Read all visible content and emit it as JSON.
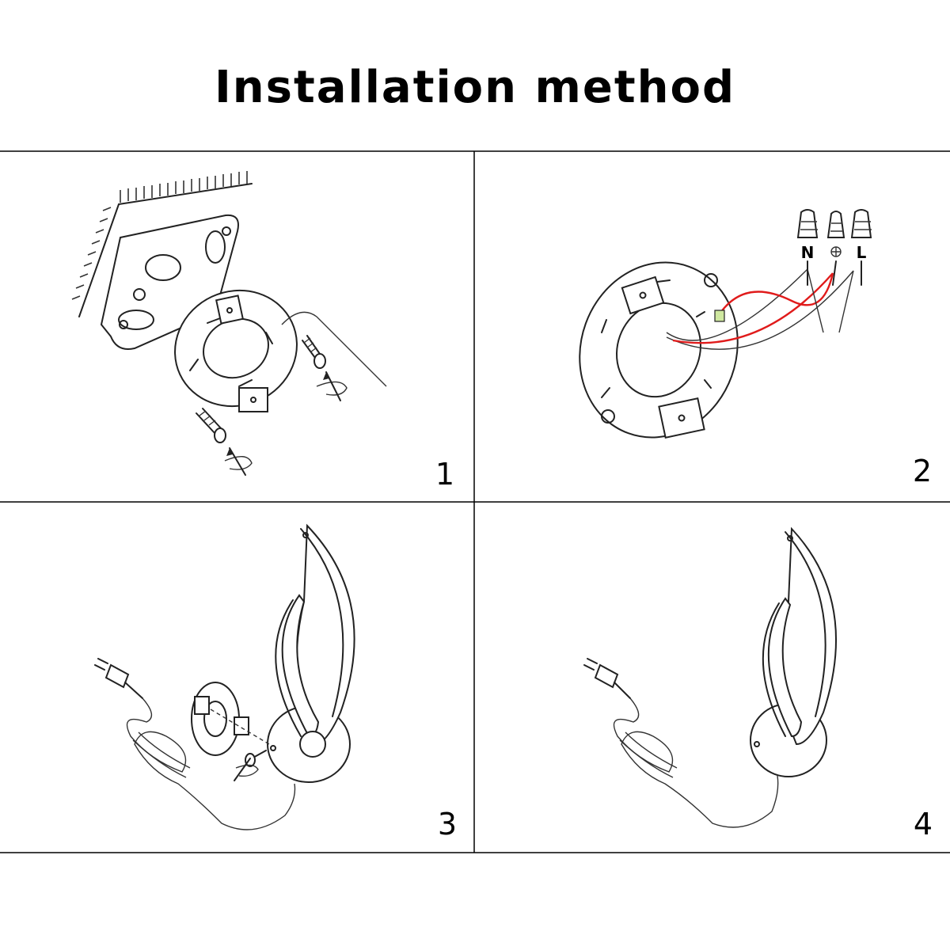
{
  "title": "Installation method",
  "panels": [
    {
      "label": "1"
    },
    {
      "label": "2"
    },
    {
      "label": "3"
    },
    {
      "label": "4"
    }
  ],
  "wire_labels": {
    "neutral": "N",
    "live": "L"
  },
  "colors": {
    "line": "#222222",
    "wire_red": "#e01b1b",
    "background": "#ffffff"
  }
}
